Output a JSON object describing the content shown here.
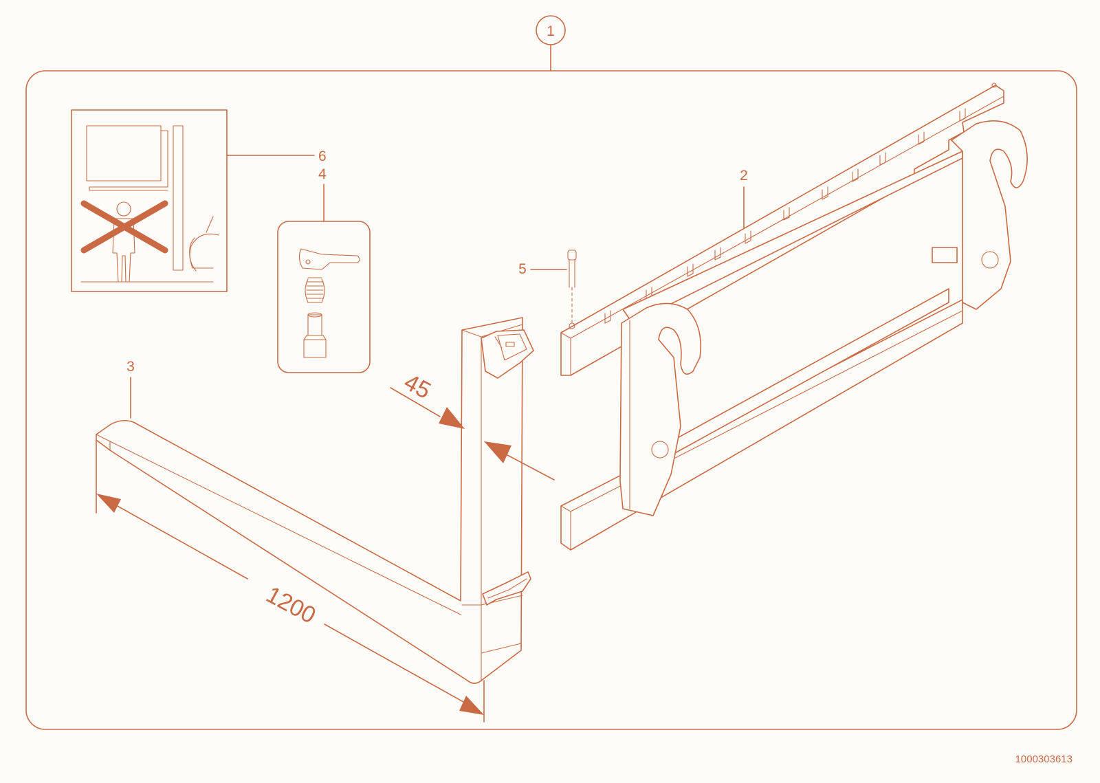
{
  "labels": {
    "main": "1",
    "frame": "2",
    "fork": "3",
    "latch": "4",
    "bolt": "5",
    "warning": "6"
  },
  "dimensions": {
    "length": "1200",
    "thickness": "45"
  },
  "doc_number": "1000303613",
  "colors": {
    "line": "#c96a45",
    "background": "#fdfcf8"
  },
  "icons": [
    "no-standing-under-load-icon",
    "latch-spring-pin-icon",
    "bolt-icon"
  ]
}
